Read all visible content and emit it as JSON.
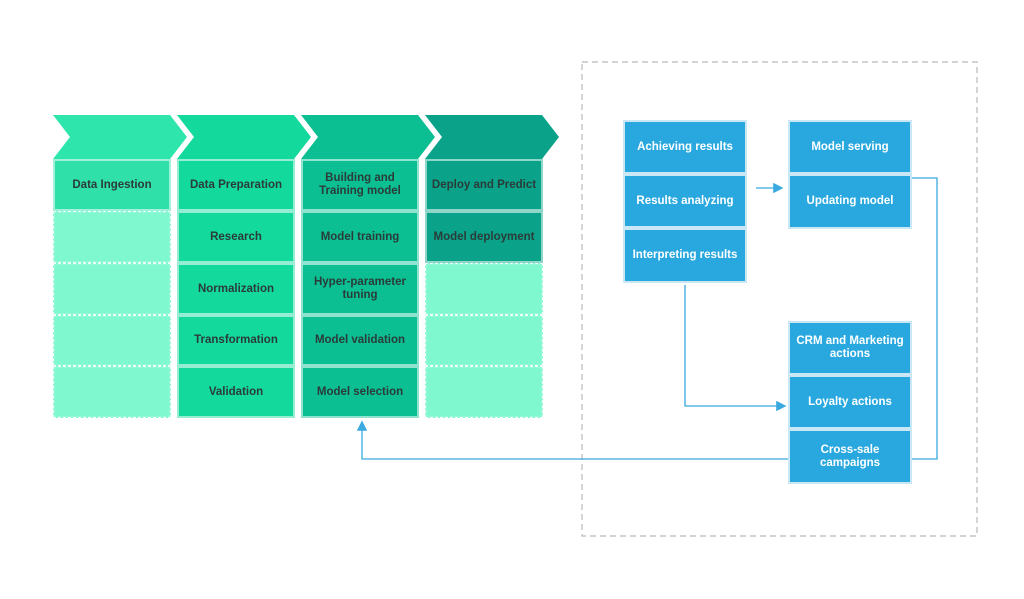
{
  "colors": {
    "teal1_arrow": "#2ee6ac",
    "teal2_arrow": "#14d99c",
    "teal3_arrow": "#0cbf92",
    "teal4_arrow": "#0aa389",
    "col1_bg": "#7ff7cf",
    "col1_header": "#2fe0a9",
    "col2_bg": "#14d99c",
    "col3_bg": "#0cbf92",
    "col4_header": "#0aa389",
    "col4_bg": "#7ff7cf",
    "blue": "#29a8df",
    "connector": "#3aa9df",
    "dashed_border": "#b9b9b9"
  },
  "columns": [
    {
      "cells": [
        "Data Ingestion",
        "",
        "",
        "",
        ""
      ]
    },
    {
      "cells": [
        "Data Preparation",
        "Research",
        "Normalization",
        "Transformation",
        "Validation"
      ]
    },
    {
      "cells": [
        "Building and Training model",
        "Model training",
        "Hyper-parameter tuning",
        "Model validation",
        "Model selection"
      ]
    },
    {
      "cells": [
        "Deploy and Predict",
        "Model deployment",
        "",
        "",
        ""
      ]
    }
  ],
  "blue_boxes": {
    "left": [
      "Achieving results",
      "Results analyzing",
      "Interpreting results"
    ],
    "right_top": [
      "Model serving",
      "Updating model"
    ],
    "right_bottom": [
      "CRM and Marketing actions",
      "Loyalty actions",
      "Cross-sale campaigns"
    ]
  }
}
